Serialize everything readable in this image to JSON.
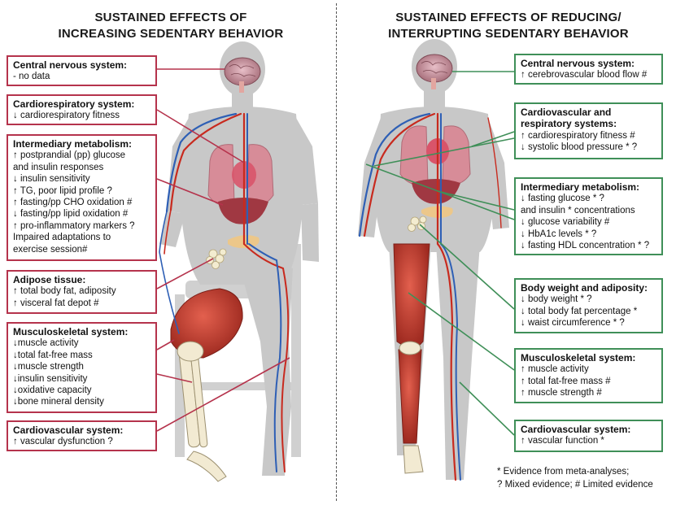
{
  "left_heading": [
    "SUSTAINED EFFECTS OF",
    "INCREASING SEDENTARY BEHAVIOR"
  ],
  "right_heading": [
    "SUSTAINED EFFECTS OF REDUCING/",
    "INTERRUPTING SEDENTARY BEHAVIOR"
  ],
  "left_boxes": [
    {
      "title": "Central nervous system:",
      "lines": [
        "- no data"
      ]
    },
    {
      "title": "Cardiorespiratory system:",
      "lines": [
        "↓ cardiorespiratory fitness"
      ]
    },
    {
      "title": "Intermediary metabolism:",
      "lines": [
        "↑ postprandial (pp) glucose",
        "  and insulin responses",
        "↓ insulin sensitivity",
        "↑ TG, poor lipid profile ?",
        "↑ fasting/pp CHO oxidation #",
        "↓ fasting/pp lipid oxidation #",
        "↑ pro-inflammatory markers ?",
        " Impaired adaptations to",
        " exercise session#"
      ]
    },
    {
      "title": "Adipose tissue:",
      "lines": [
        "↑ total body fat, adiposity",
        "↑ visceral fat depot #"
      ]
    },
    {
      "title": "Musculoskeletal system:",
      "lines": [
        "↓muscle activity",
        "↓total fat-free mass",
        "↓muscle strength",
        "↓insulin sensitivity",
        "↓oxidative capacity",
        "↓bone mineral density"
      ]
    },
    {
      "title": "Cardiovascular system:",
      "lines": [
        "↑ vascular dysfunction ?"
      ]
    }
  ],
  "right_boxes": [
    {
      "title": "Central nervous system:",
      "lines": [
        "↑ cerebrovascular blood flow #"
      ]
    },
    {
      "title": "Cardiovascular and",
      "lines": [
        "respiratory systems:",
        "↑ cardiorespiratory fitness #",
        "↓ systolic blood pressure * ?"
      ]
    },
    {
      "title": "Intermediary metabolism:",
      "lines": [
        "↓ fasting glucose * ?",
        "  and insulin * concentrations",
        "↓ glucose variability #",
        "↓ HbA1c levels * ?",
        "↓ fasting HDL concentration * ?"
      ]
    },
    {
      "title": "Body weight and adiposity:",
      "lines": [
        "↓ body weight * ?",
        "↓ total body fat percentage *",
        "↓ waist circumference * ?"
      ]
    },
    {
      "title": "Musculoskeletal system:",
      "lines": [
        "↑ muscle activity",
        "↑ total fat-free mass #",
        "↑ muscle strength #"
      ]
    },
    {
      "title": "Cardiovascular system:",
      "lines": [
        "↑ vascular function *"
      ]
    }
  ],
  "footnote": [
    "* Evidence from meta-analyses;",
    "? Mixed evidence; # Limited evidence"
  ],
  "colors": {
    "left_border": "#b5334c",
    "right_border": "#3f8f58",
    "silhouette": "#c8c8c8"
  }
}
